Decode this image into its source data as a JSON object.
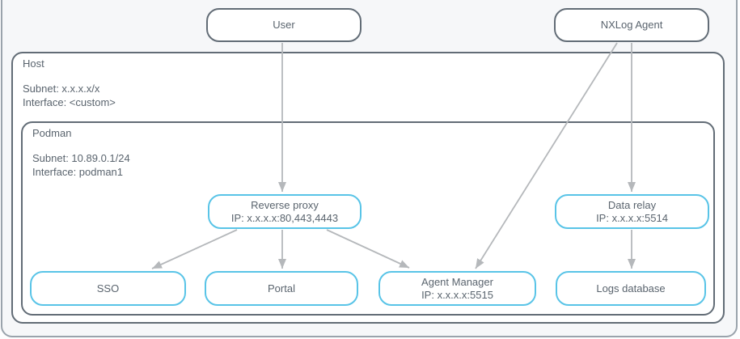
{
  "diagram": {
    "nodes": {
      "user": {
        "label": "User"
      },
      "nxlog_agent": {
        "label": "NXLog Agent"
      },
      "reverse_proxy": {
        "title": "Reverse proxy",
        "ip": "IP: x.x.x.x:80,443,4443"
      },
      "data_relay": {
        "title": "Data relay",
        "ip": "IP: x.x.x.x:5514"
      },
      "sso": {
        "label": "SSO"
      },
      "portal": {
        "label": "Portal"
      },
      "agent_manager": {
        "title": "Agent Manager",
        "ip": "IP: x.x.x.x:5515"
      },
      "logs_database": {
        "label": "Logs database"
      }
    },
    "containers": {
      "host": {
        "title": "Host",
        "subnet": "Subnet: x.x.x.x/x",
        "interface": "Interface: <custom>"
      },
      "podman": {
        "title": "Podman",
        "subnet": "Subnet: 10.89.0.1/24",
        "interface": "Interface: podman1"
      }
    },
    "edges": [
      {
        "from": "user",
        "to": "reverse_proxy"
      },
      {
        "from": "nxlog_agent",
        "to": "data_relay"
      },
      {
        "from": "nxlog_agent",
        "to": "agent_manager"
      },
      {
        "from": "reverse_proxy",
        "to": "sso"
      },
      {
        "from": "reverse_proxy",
        "to": "portal"
      },
      {
        "from": "reverse_proxy",
        "to": "agent_manager"
      },
      {
        "from": "data_relay",
        "to": "logs_database"
      }
    ],
    "palette": {
      "container_border": "#626c76",
      "node_border_gray": "#626c76",
      "node_border_blue": "#59c4e7",
      "arrow": "#b5b8bb",
      "text": "#5a646e",
      "page_background": "#f6f7f9",
      "node_fill": "#ffffff"
    }
  }
}
